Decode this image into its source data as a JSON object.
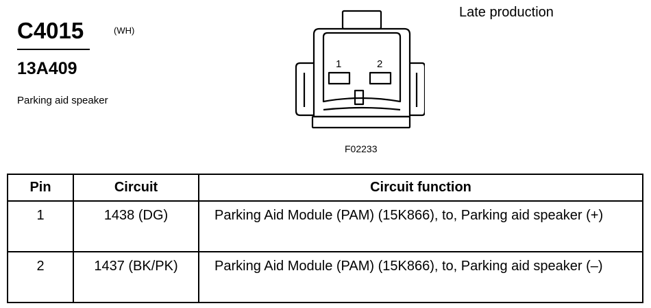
{
  "header": {
    "connector_id": "C4015",
    "color_code": "(WH)",
    "part_number": "13A409",
    "description": "Parking aid speaker",
    "production_note": "Late production"
  },
  "diagram": {
    "pin_labels": [
      "1",
      "2"
    ],
    "figure_code": "F02233"
  },
  "table": {
    "headers": [
      "Pin",
      "Circuit",
      "Circuit function"
    ],
    "rows": [
      {
        "pin": "1",
        "circuit": "1438 (DG)",
        "function": "Parking Aid Module (PAM) (15K866), to, Parking aid speaker (+)"
      },
      {
        "pin": "2",
        "circuit": "1437 (BK/PK)",
        "function": "Parking Aid Module (PAM) (15K866), to, Parking aid speaker (–)"
      }
    ]
  }
}
